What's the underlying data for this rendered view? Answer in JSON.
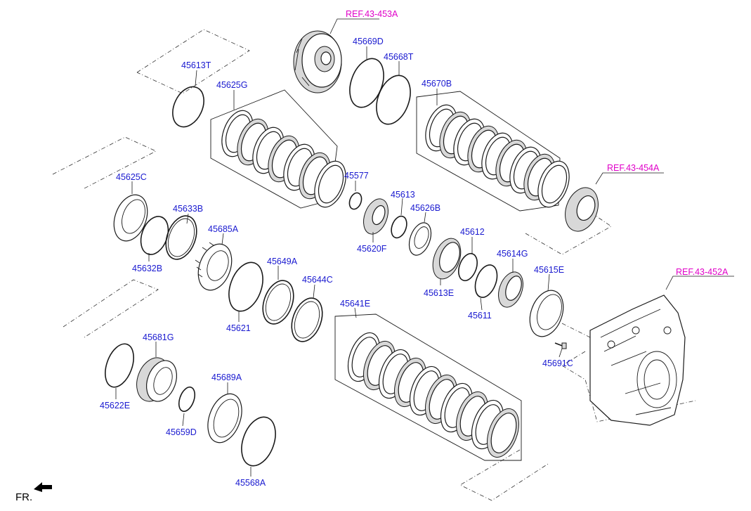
{
  "labels": {
    "p45613T": "45613T",
    "p45625G": "45625G",
    "p45669D": "45669D",
    "p45668T": "45668T",
    "p45670B": "45670B",
    "p45625C": "45625C",
    "p45633B": "45633B",
    "p45685A": "45685A",
    "p45632B": "45632B",
    "p45577": "45577",
    "p45613": "45613",
    "p45626B": "45626B",
    "p45620F": "45620F",
    "p45612": "45612",
    "p45614G": "45614G",
    "p45615E": "45615E",
    "p45613E": "45613E",
    "p45611": "45611",
    "p45649A": "45649A",
    "p45644C": "45644C",
    "p45621": "45621",
    "p45641E": "45641E",
    "p45681G": "45681G",
    "p45622E": "45622E",
    "p45659D": "45659D",
    "p45689A": "45689A",
    "p45568A": "45568A",
    "p45691C": "45691C"
  },
  "references": {
    "ref453": "REF.43-453A",
    "ref454": "REF.43-454A",
    "ref452": "REF.43-452A"
  },
  "direction": {
    "fr": "FR.",
    "arrow_icon": "front-direction-arrow"
  },
  "colors": {
    "part_label": "#1a1ad0",
    "reference_label": "#e000c8"
  }
}
